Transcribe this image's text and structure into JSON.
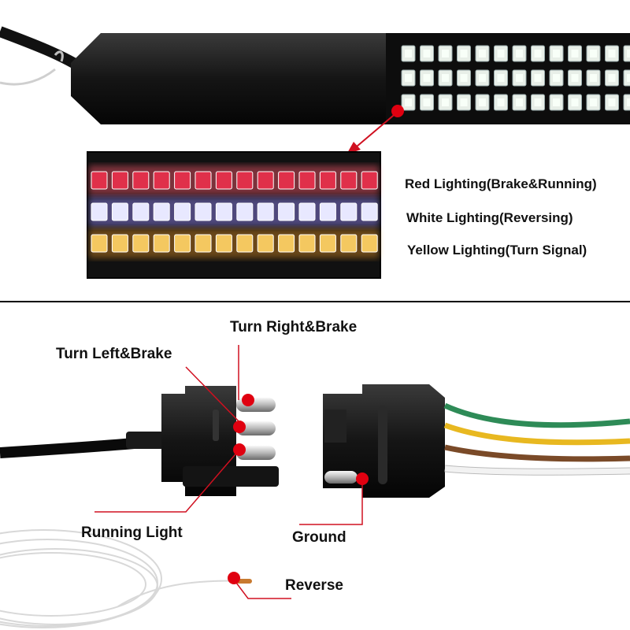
{
  "top_labels": {
    "red": "Red Lighting(Brake&Running)",
    "white": "White Lighting(Reversing)",
    "yellow": "Yellow Lighting(Turn Signal)"
  },
  "wiring_labels": {
    "turn_right_brake": "Turn Right&Brake",
    "turn_left_brake": "Turn Left&Brake",
    "running_light": "Running Light",
    "ground": "Ground",
    "reverse": "Reverse"
  },
  "led_rows": [
    {
      "name": "red",
      "color": "#e0304a",
      "glow": "#ff5a6e"
    },
    {
      "name": "white",
      "color": "#e8e8ff",
      "glow": "#9b8cff"
    },
    {
      "name": "yellow",
      "color": "#f4c860",
      "glow": "#d88a20"
    }
  ],
  "wire_colors": {
    "green": "#2e8b57",
    "yellow": "#e8b820",
    "brown": "#7a4a28",
    "white": "#f2f2f2"
  },
  "accent_red": "#e00010",
  "callout_line_color": "#d01020"
}
